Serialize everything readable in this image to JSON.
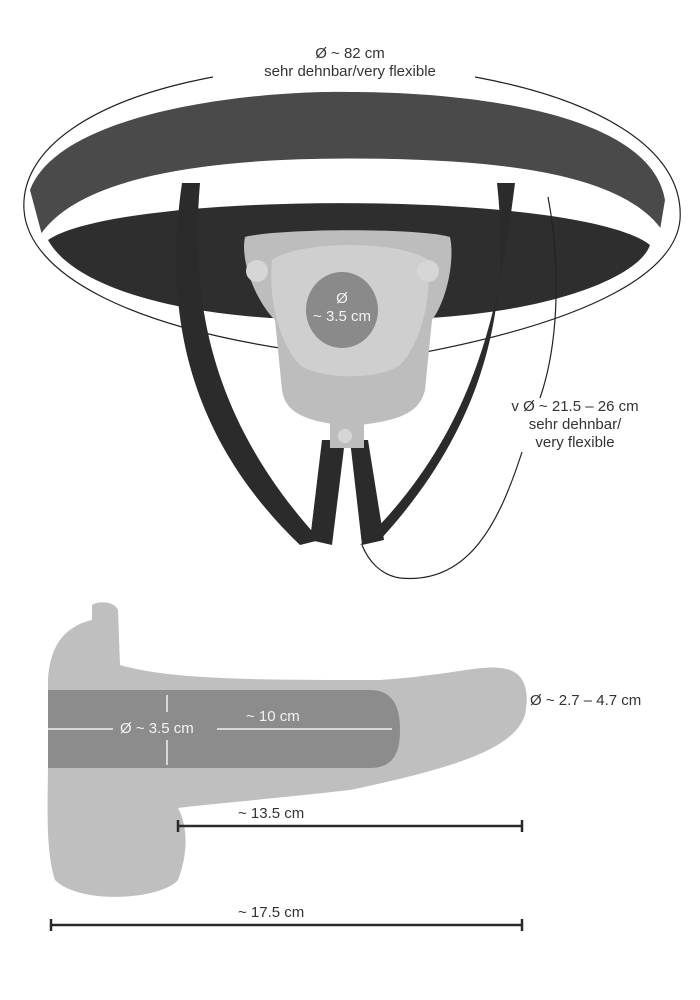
{
  "belt": {
    "label_line1": "Ø ~ 82 cm",
    "label_line2": "sehr dehnbar/very flexible",
    "colors": {
      "outer": "#4a4a4a",
      "inner": "#2e2e2e",
      "straps": "#2b2b2b"
    }
  },
  "ring": {
    "label_line1": "Ø",
    "label_line2": "~ 3.5 cm",
    "colors": {
      "plate": "#bdbdbd",
      "inner_plate": "#cfcfcf",
      "hole": "#8a8a8a"
    }
  },
  "leg_straps": {
    "label_line1": "v Ø ~ 21.5 – 26 cm",
    "label_line2": "sehr dehnbar/",
    "label_line3": "very flexible"
  },
  "dildo": {
    "tip_diameter": "Ø ~ 2.7 – 4.7 cm",
    "cavity_diameter": "Ø ~ 3.5 cm",
    "cavity_length": "~ 10 cm",
    "insertable_length": "~ 13.5 cm",
    "total_length": "~ 17.5 cm",
    "colors": {
      "body": "#bfbfbf",
      "cavity": "#8c8c8c",
      "dimension_line": "#2a2a2a"
    }
  }
}
